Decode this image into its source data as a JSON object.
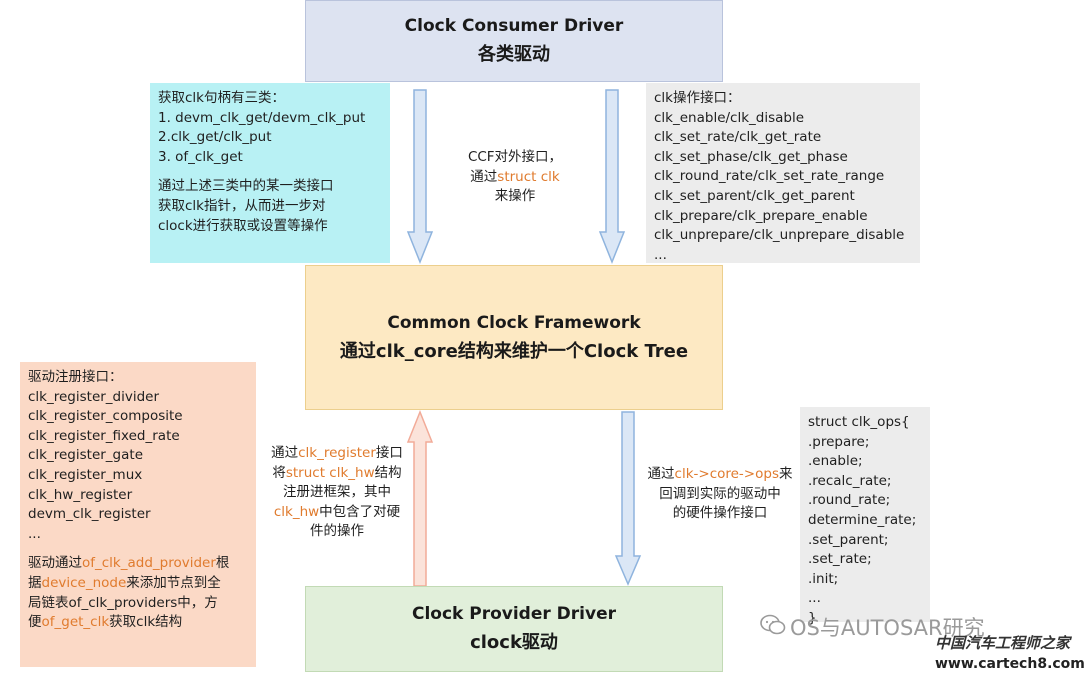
{
  "consumer": {
    "title": "Clock Consumer Driver",
    "subtitle": "各类驱动"
  },
  "ccf": {
    "title": "Common Clock Framework",
    "subtitle": "通过clk_core结构来维护一个Clock Tree"
  },
  "provider": {
    "title": "Clock Provider Driver",
    "subtitle": "clock驱动"
  },
  "note_get": {
    "lines": [
      "获取clk句柄有三类：",
      "1. devm_clk_get/devm_clk_put",
      "2.clk_get/clk_put",
      "3. of_clk_get"
    ],
    "para": [
      "通过上述三类中的某一类接口",
      "获取clk指针，从而进一步对",
      "clock进行获取或设置等操作"
    ]
  },
  "note_ops": {
    "lines": [
      "clk操作接口：",
      "clk_enable/clk_disable",
      "clk_set_rate/clk_get_rate",
      "clk_set_phase/clk_get_phase",
      "clk_round_rate/clk_set_rate_range",
      "clk_set_parent/clk_get_parent",
      "clk_prepare/clk_prepare_enable",
      "clk_unprepare/clk_unprepare_disable",
      "..."
    ]
  },
  "mid_ccf": {
    "l1": "CCF对外接口，",
    "l2a": "通过",
    "l2b": "struct clk",
    "l3": "来操作"
  },
  "note_reg": {
    "lines": [
      "驱动注册接口：",
      "clk_register_divider",
      "clk_register_composite",
      "clk_register_fixed_rate",
      "clk_register_gate",
      "clk_register_mux",
      "clk_hw_register",
      "devm_clk_register",
      "..."
    ],
    "p1a": "驱动通过",
    "p1b": "of_clk_add_provider",
    "p1c": "根",
    "p2a": "据",
    "p2b": "device_node",
    "p2c": "来添加节点到全",
    "p3": "局链表of_clk_providers中，方",
    "p4a": "便",
    "p4b": "of_get_clk",
    "p4c": "获取clk结构"
  },
  "mid_register": {
    "r1a": "通过",
    "r1b": "clk_register",
    "r1c": "接口",
    "r2a": "将",
    "r2b": "struct clk_hw",
    "r2c": "结构",
    "r3": "注册进框架，其中",
    "r4a": "clk_hw",
    "r4b": "中包含了对硬",
    "r5": "件的操作"
  },
  "mid_callback": {
    "c1a": "通过",
    "c1b": "clk->core->ops",
    "c1c": "来",
    "c2": "回调到实际的驱动中",
    "c3": "的硬件操作接口"
  },
  "note_clkops": {
    "lines": [
      "struct clk_ops{",
      ".prepare;",
      ".enable;",
      ".recalc_rate;",
      ".round_rate;",
      "determine_rate;",
      ".set_parent;",
      ".set_rate;",
      ".init;",
      "...",
      "}"
    ]
  },
  "watermark": {
    "w1": "OS与AUTOSAR研究",
    "w2": "中国汽车工程师之家",
    "w3": "www.cartech8.com"
  },
  "colors": {
    "orange": "#e07b2e",
    "arrow_blue": "#8fb4de",
    "arrow_pink": "#f6b6a8"
  }
}
